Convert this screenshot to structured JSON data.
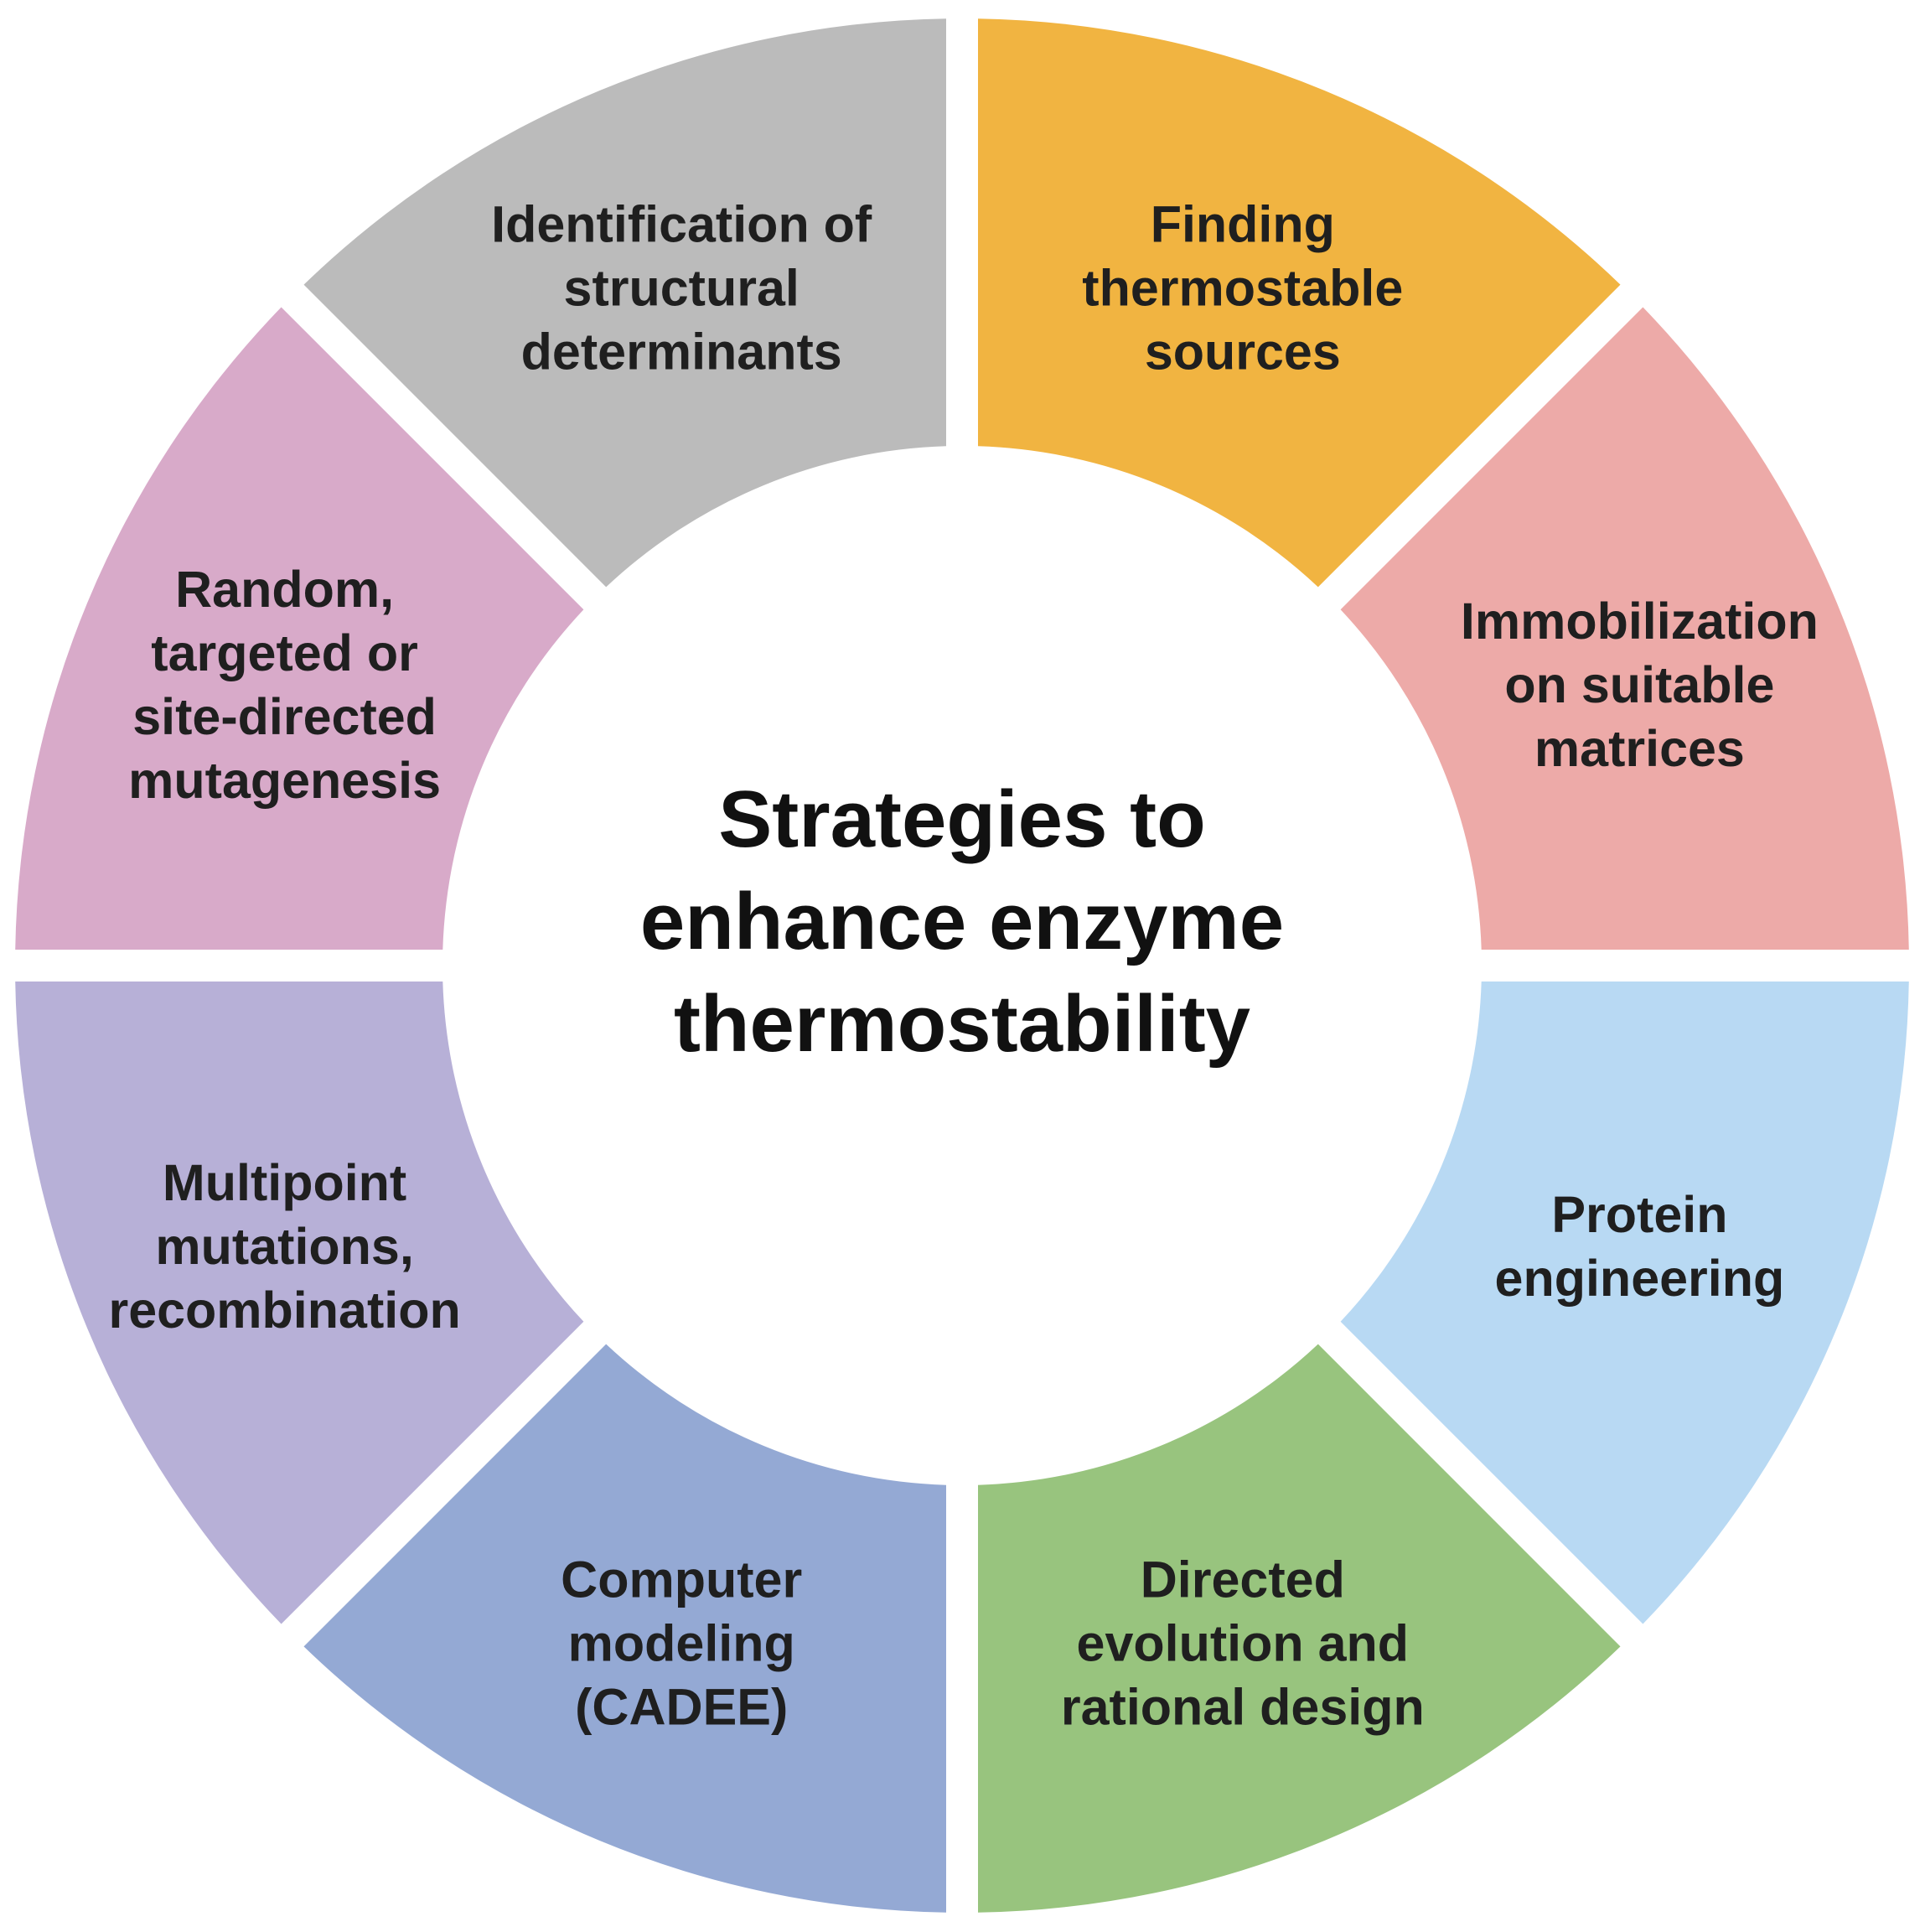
{
  "center": {
    "lines": [
      "Strategies to",
      "enhance enzyme",
      "thermostability"
    ]
  },
  "segments": [
    {
      "id": "finding-thermostable-sources",
      "lines": [
        "Finding",
        "thermostable",
        "sources"
      ],
      "color": "#F1B441"
    },
    {
      "id": "immobilization",
      "lines": [
        "Immobilization",
        "on suitable",
        "matrices"
      ],
      "color": "#EDAAA8"
    },
    {
      "id": "protein-engineering",
      "lines": [
        "Protein",
        "engineering"
      ],
      "color": "#B8D9F3"
    },
    {
      "id": "directed-evolution",
      "lines": [
        "Directed",
        "evolution and",
        "rational design"
      ],
      "color": "#98C47E"
    },
    {
      "id": "computer-modeling",
      "lines": [
        "Computer",
        "modeling",
        "(CADEE)"
      ],
      "color": "#94A9D4"
    },
    {
      "id": "multipoint-mutations",
      "lines": [
        "Multipoint",
        "mutations,",
        "recombination"
      ],
      "color": "#B7B0D7"
    },
    {
      "id": "random-mutagenesis",
      "lines": [
        "Random,",
        "targeted or",
        "site-directed",
        "mutagenesis"
      ],
      "color": "#D8AAC9"
    },
    {
      "id": "structural-determinants",
      "lines": [
        "Identification of",
        "structural",
        "determinants"
      ],
      "color": "#BBBBBB"
    }
  ]
}
